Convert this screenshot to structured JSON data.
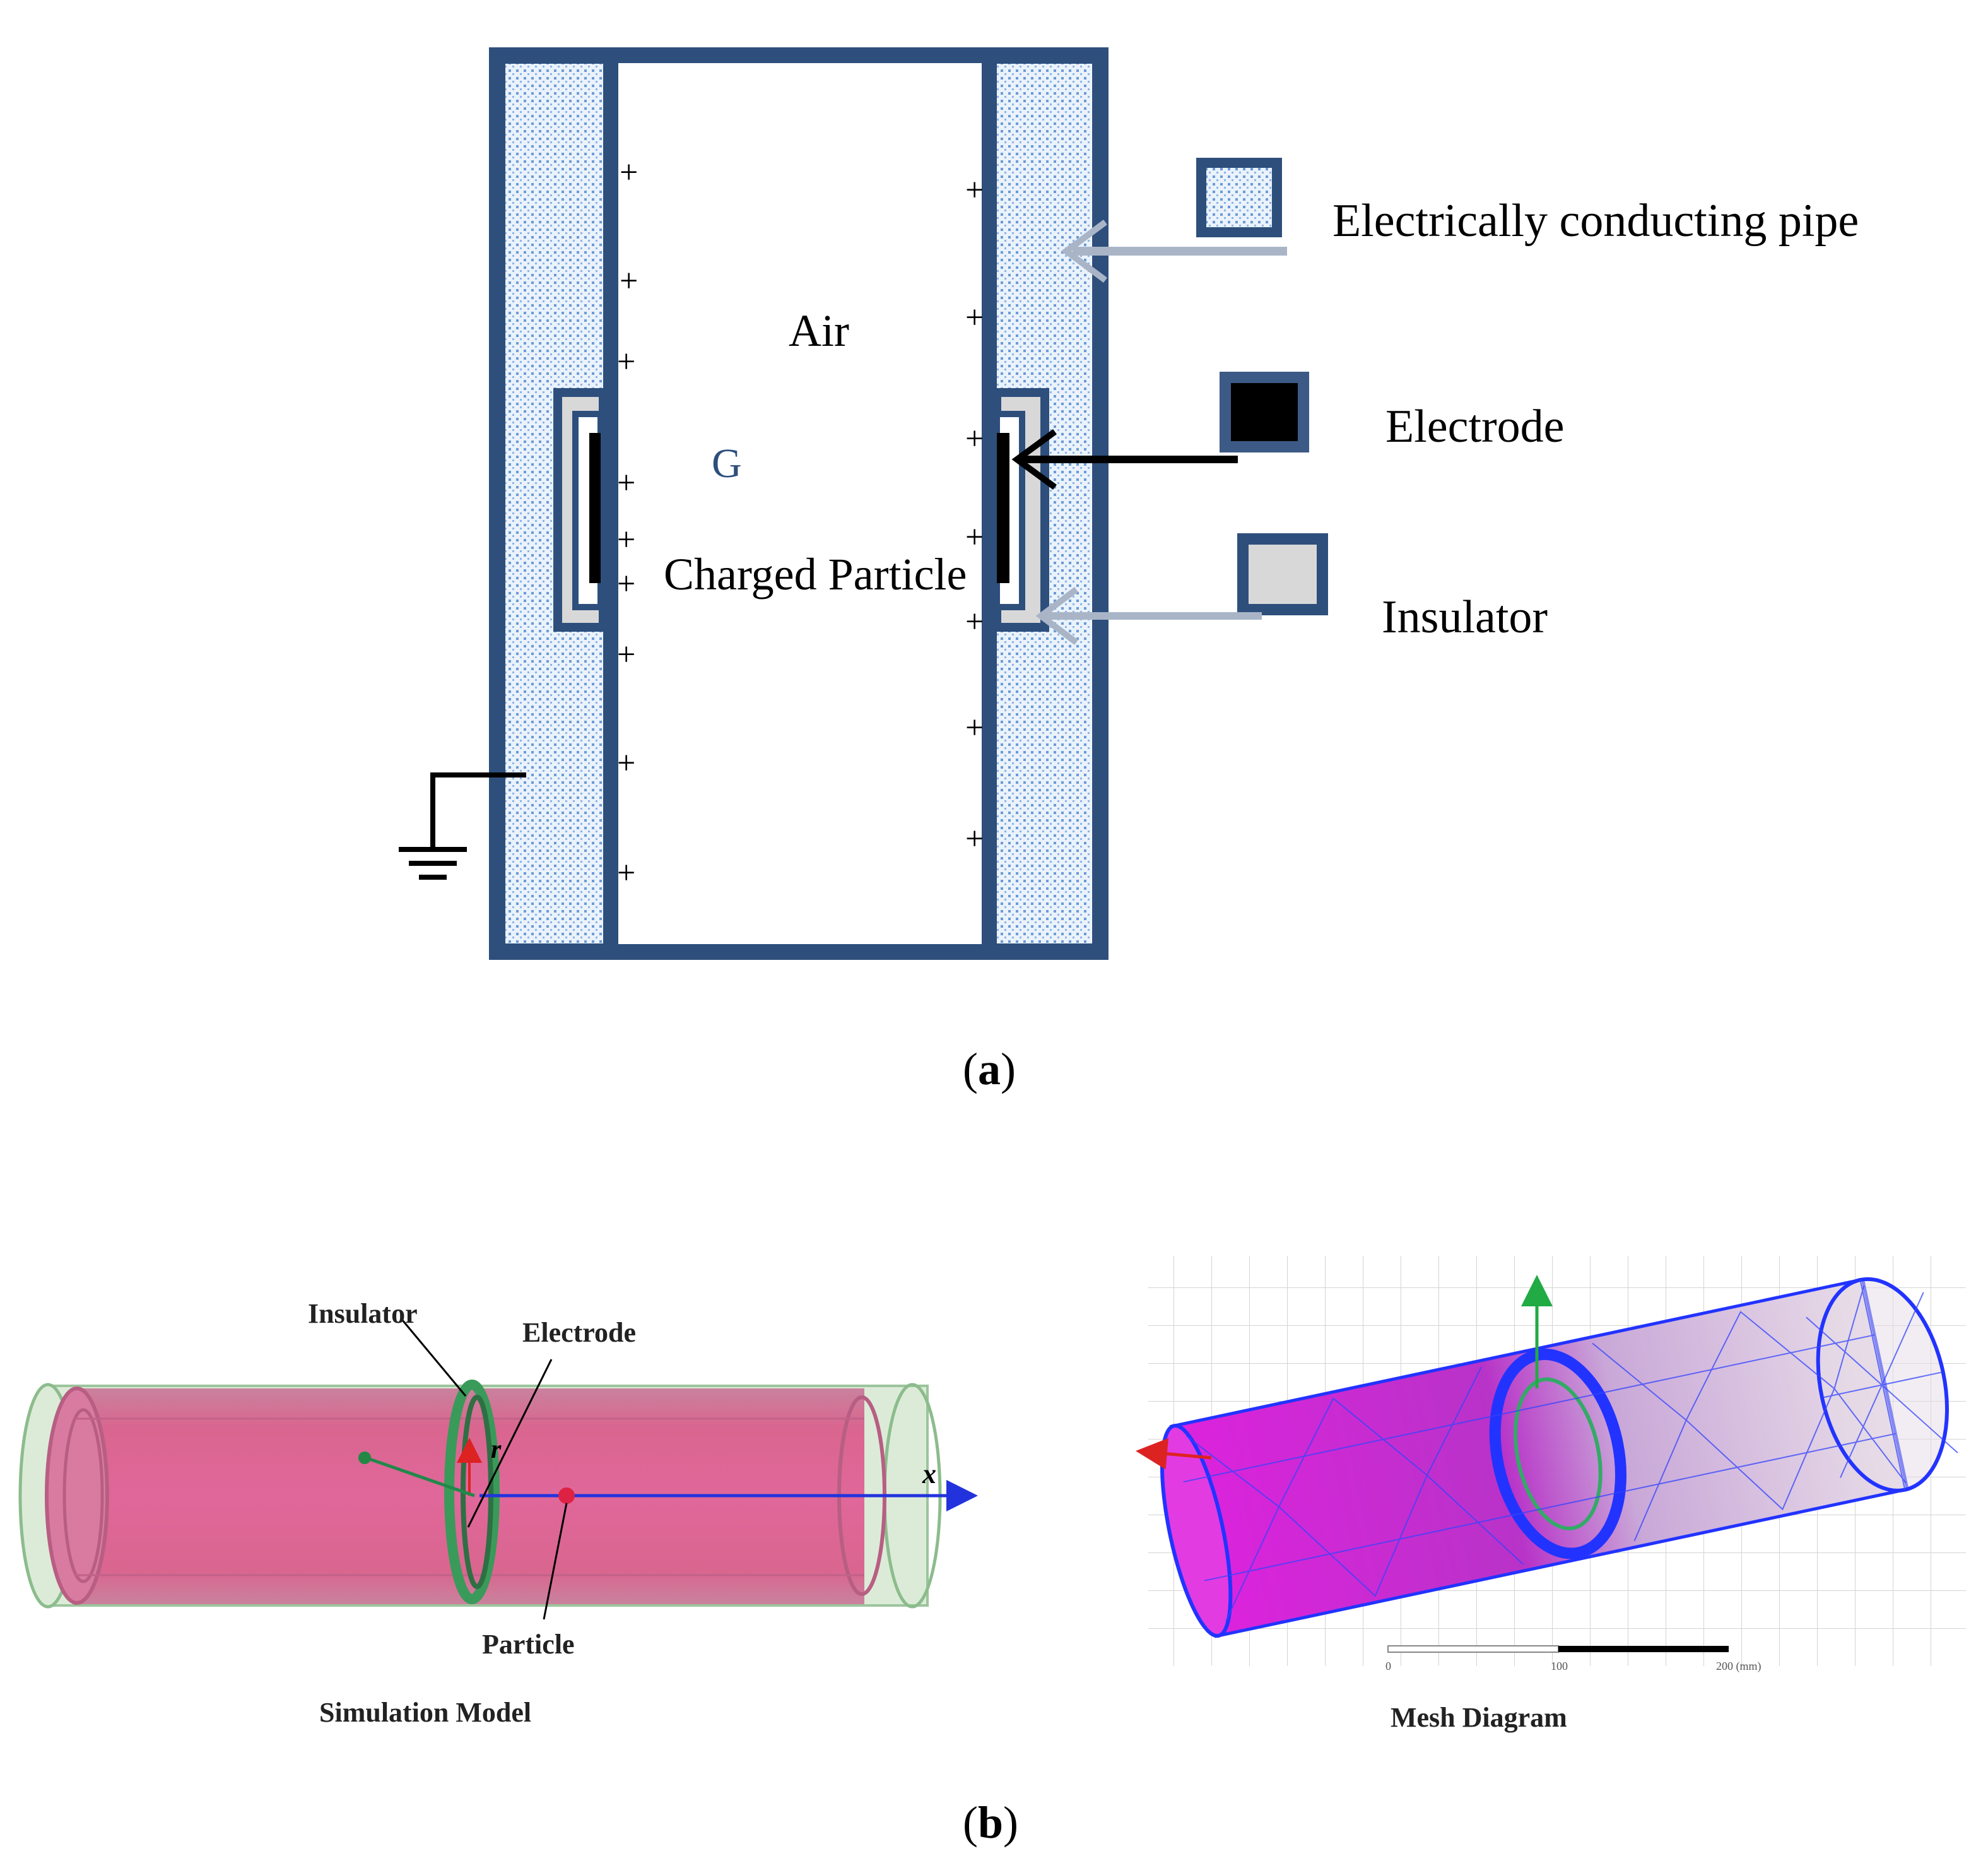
{
  "panel_a": {
    "labels": {
      "air": "Air",
      "charged_particle": "Charged Particle",
      "particle_symbol": "G",
      "plus_sign": "+"
    },
    "legend": {
      "pipe": "Electrically conducting pipe",
      "electrode": "Electrode",
      "insulator": "Insulator"
    },
    "caption_open": "(",
    "caption_letter": "a",
    "caption_close": ")"
  },
  "panel_b": {
    "simulation_model": {
      "insulator_label": "Insulator",
      "electrode_label": "Electrode",
      "particle_label": "Particle",
      "axis_r": "r",
      "axis_x": "x",
      "title": "Simulation Model"
    },
    "mesh_diagram": {
      "scale_ticks": [
        "0",
        "100",
        "200 (mm)"
      ],
      "title": "Mesh Diagram"
    },
    "caption_open": "(",
    "caption_letter": "b",
    "caption_close": ")"
  },
  "colors": {
    "frame_navy": "#2e4f7c",
    "pipe_dots": "#5a8fd0",
    "insulator_fill": "#d8d8d8",
    "arrow_grey": "#a9b5c7",
    "pink_pipe": "#d96592",
    "green_shell": "#a8d2a8",
    "mesh_blue": "#2233ff",
    "mesh_magenta": "#cc33cc",
    "axis_blue": "#2233dd",
    "particle_red": "#dd2244"
  }
}
